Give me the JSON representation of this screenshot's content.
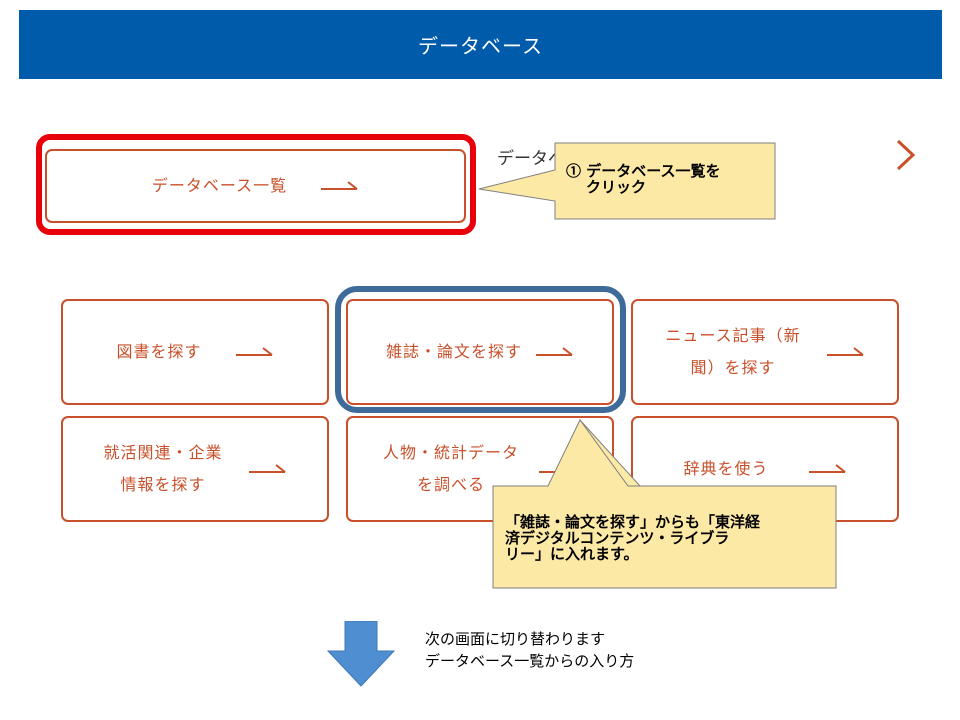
{
  "header": {
    "title": "データベース"
  },
  "db_list_button": {
    "label": "データベース一覧"
  },
  "partial_label": "データベ",
  "buttons": {
    "books": "図書を探す",
    "journals": "雑誌・論文を探す",
    "news_line1": "ニュース記事（新",
    "news_line2": "聞）を探す",
    "jobs_line1": "就活関連・企業",
    "jobs_line2": "情報を探す",
    "people_line1": "人物・統計データ",
    "people_line2": "を調べる",
    "dictionary": "辞典を使う"
  },
  "callout1": {
    "line1": "① データベース一覧を",
    "line2": "クリック"
  },
  "callout2": {
    "line1": "「雑誌・論文を探す」からも「東洋経",
    "line2": "済デジタルコンテンツ・ライブラ",
    "line3": "リー」に入れます。"
  },
  "footer": {
    "line1": "次の画面に切り替わります",
    "line2": "データベース一覧からの入り方"
  },
  "colors": {
    "header_bg": "#005bab",
    "button_accent": "#c8502a",
    "highlight_red": "#e8000b",
    "highlight_blue": "#3e6b9a",
    "callout_fill": "#fde9a6",
    "down_arrow": "#4f8fd1"
  },
  "icons": {
    "next": "chevron-right-icon",
    "arrow": "long-arrow-right-icon",
    "down": "down-arrow-icon"
  }
}
